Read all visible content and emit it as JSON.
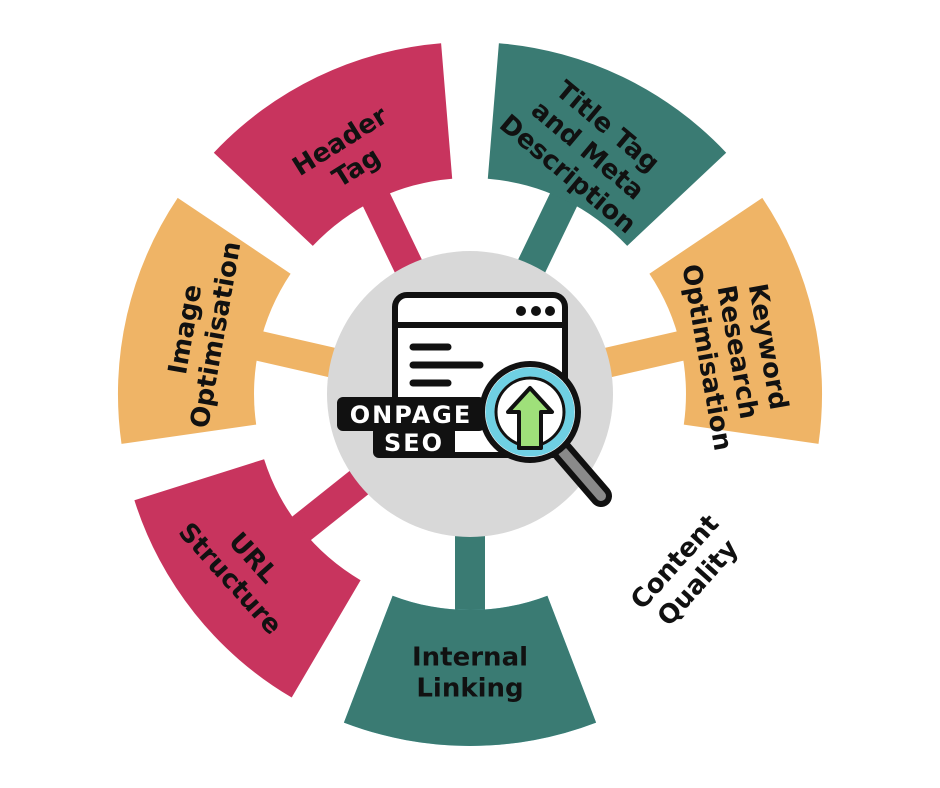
{
  "diagram": {
    "segments": [
      {
        "id": "header-tag",
        "lines": [
          "Header",
          "Tag"
        ],
        "color": "#efb466"
      },
      {
        "id": "title-tag-meta",
        "lines": [
          "Title Tag",
          "and Meta",
          "Description"
        ],
        "color": "#c8345e"
      },
      {
        "id": "keyword-research",
        "lines": [
          "Keyword",
          "Research",
          "Optimisation"
        ],
        "color": "#3a7b73"
      },
      {
        "id": "content-quality",
        "lines": [
          "Content",
          "Quality"
        ],
        "color": "#efb466"
      },
      {
        "id": "internal-linking",
        "lines": [
          "Internal",
          "Linking"
        ],
        "color": "#85d3dc"
      },
      {
        "id": "url-structure",
        "lines": [
          "URL",
          "Structure"
        ],
        "color": "#c8345e"
      },
      {
        "id": "image-optimisation",
        "lines": [
          "Image",
          "Optimisation"
        ],
        "color": "#3a7b73"
      }
    ],
    "center": {
      "badge_line1": "ONPAGE",
      "badge_line2": "SEO",
      "hub_color": "#d8d8d8",
      "arrow_color": "#9fe07a",
      "lens_color": "#6fd0e3"
    }
  }
}
